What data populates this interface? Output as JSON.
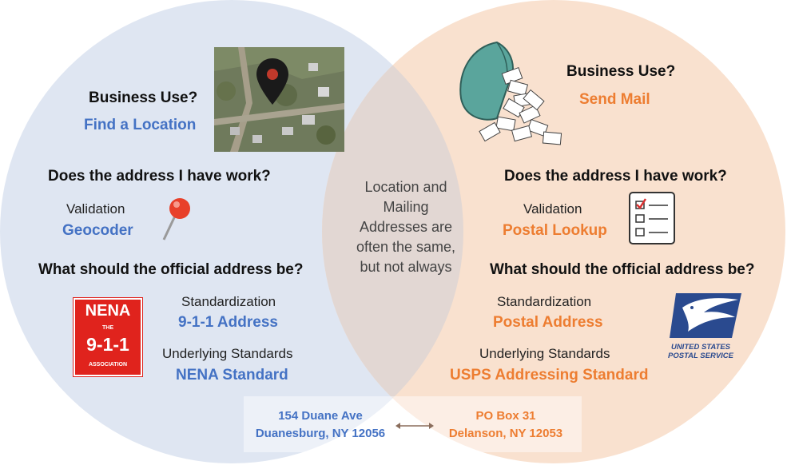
{
  "colors": {
    "left_circle": "#dfe6f2",
    "right_circle": "#f9e1cf",
    "blue": "#4472c4",
    "orange": "#ed7d31",
    "nena_red": "#e0231d",
    "usps_blue": "#2a4a8f"
  },
  "center": {
    "text": "Location and Mailing Addresses are often the same, but not always"
  },
  "left": {
    "business_use_label": "Business Use?",
    "business_use_value": "Find a Location",
    "work_question": "Does the address I have work?",
    "validation_label": "Validation",
    "validation_value": "Geocoder",
    "official_question": "What should the official address be?",
    "standardization_label": "Standardization",
    "standardization_value": "9-1-1 Address",
    "underlying_label": "Underlying Standards",
    "underlying_value": "NENA Standard",
    "logo": {
      "name": "NENA",
      "the": "THE",
      "number": "9-1-1",
      "association": "ASSOCIATION"
    },
    "icons": [
      "map-photo-icon",
      "map-pin-icon",
      "nena-logo"
    ]
  },
  "right": {
    "business_use_label": "Business Use?",
    "business_use_value": "Send Mail",
    "work_question": "Does the address I have work?",
    "validation_label": "Validation",
    "validation_value": "Postal Lookup",
    "official_question": "What should the official address be?",
    "standardization_label": "Standardization",
    "standardization_value": "Postal Address",
    "underlying_label": "Underlying Standards",
    "underlying_value": "USPS Addressing Standard",
    "logo": {
      "line1": "UNITED STATES",
      "line2": "POSTAL SERVICE"
    },
    "icons": [
      "mail-bag-icon",
      "checklist-icon",
      "usps-eagle-logo"
    ]
  },
  "addresses": {
    "location_line1": "154 Duane Ave",
    "location_line2": "Duanesburg, NY 12056",
    "mailing_line1": "PO Box 31",
    "mailing_line2": "Delanson, NY 12053"
  }
}
